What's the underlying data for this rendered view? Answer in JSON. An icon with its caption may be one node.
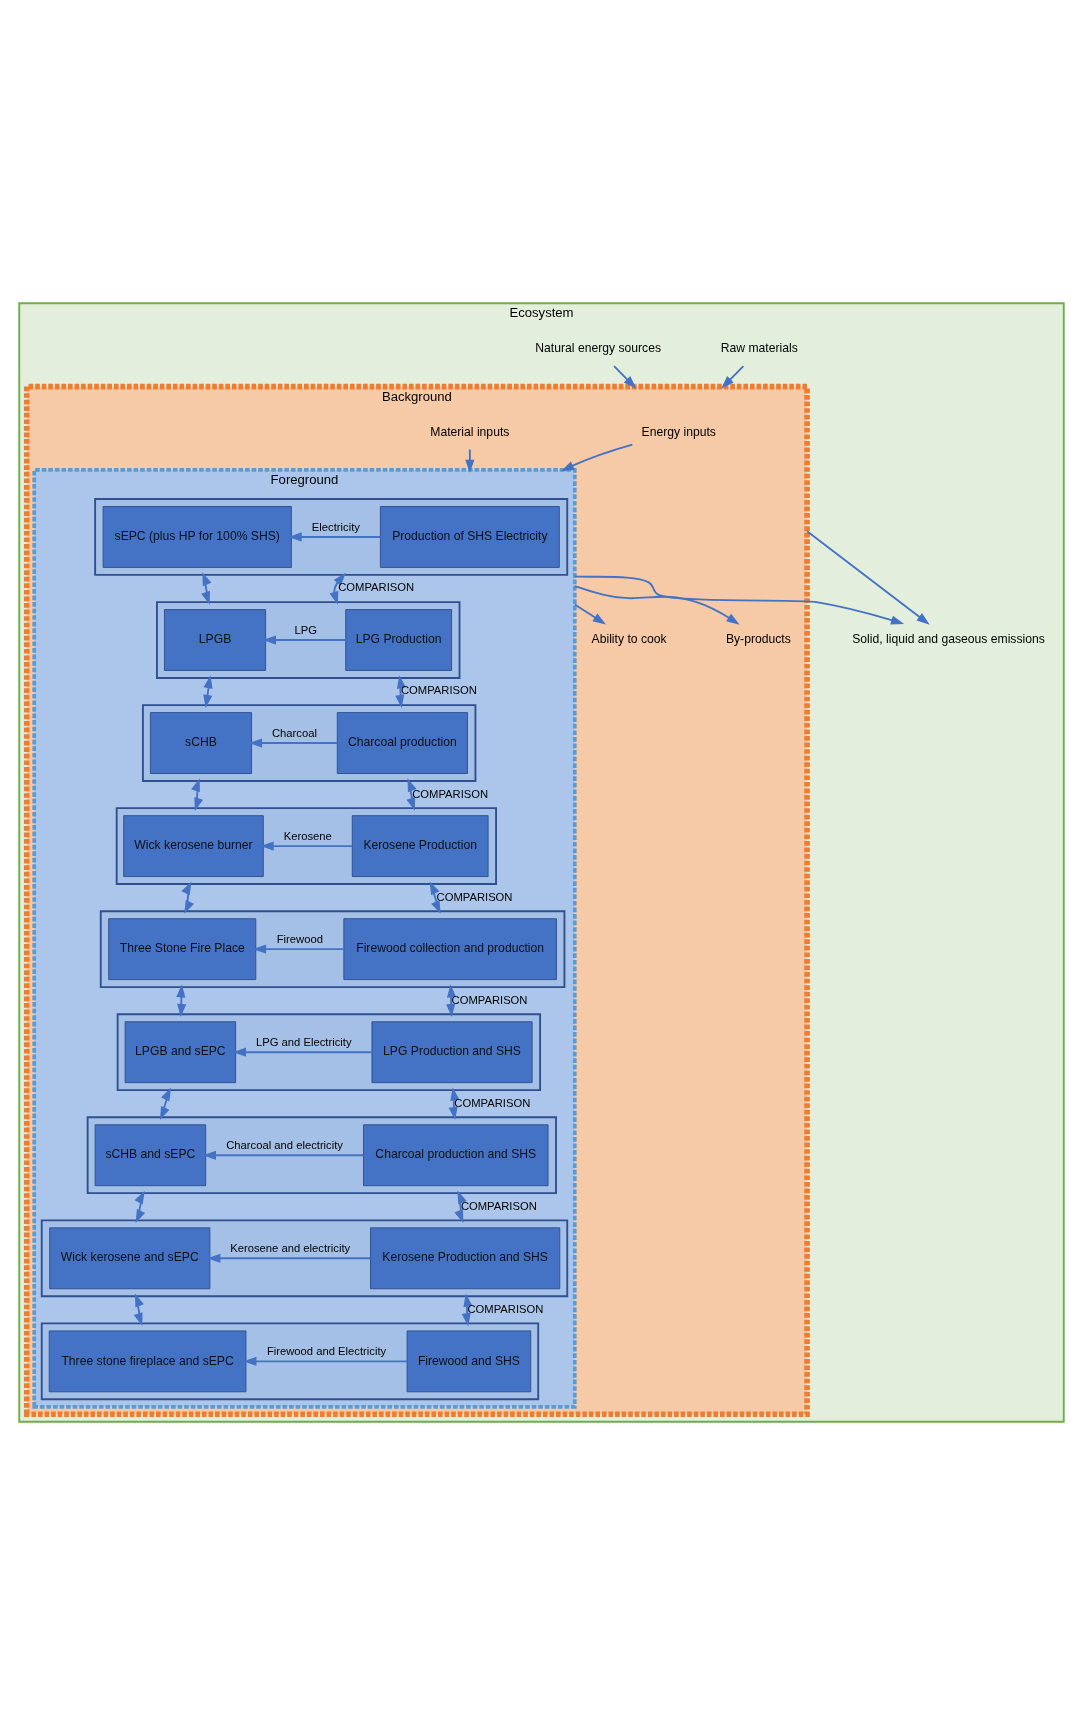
{
  "diagram": {
    "nodes": [
      {
        "text": [
          "Ecosystem"
        ]
      },
      {
        "text": [
          "Background"
        ],
        "in": 0
      },
      {
        "text": [
          "Foreground"
        ],
        "in": 1
      },
      {
        "text": [],
        "shape": "box",
        "in": 2
      },
      {
        "text": [
          "Production of SHS Electricity"
        ],
        "in": 3
      },
      {
        "text": [
          "sEPC (plus HP for 100% SHS)"
        ],
        "in": 3
      },
      {
        "text": [],
        "shape": "box",
        "in": 2
      },
      {
        "text": [
          "LPG Production"
        ],
        "in": 6
      },
      {
        "text": [
          "LPGB"
        ],
        "in": 6
      },
      {
        "text": [],
        "shape": "box",
        "in": 2
      },
      {
        "text": [
          "Charcoal production"
        ],
        "in": 9
      },
      {
        "text": [
          "sCHB"
        ],
        "in": 9
      },
      {
        "text": [],
        "shape": "box",
        "in": 2
      },
      {
        "text": [
          "Kerosene Production"
        ],
        "in": 12
      },
      {
        "text": [
          "Wick kerosene burner"
        ],
        "in": 12
      },
      {
        "text": [],
        "shape": "box",
        "in": 2
      },
      {
        "text": [
          "Firewood collection and production"
        ],
        "in": 15
      },
      {
        "text": [
          "Three Stone Fire Place"
        ],
        "in": 15
      },
      {
        "text": [],
        "shape": "box",
        "in": 2
      },
      {
        "text": [
          "LPG Production and SHS"
        ],
        "in": 18
      },
      {
        "text": [
          "LPGB and sEPC"
        ],
        "in": 18
      },
      {
        "text": [],
        "shape": "box",
        "in": 2
      },
      {
        "text": [
          "Charcoal production and SHS"
        ],
        "in": 21
      },
      {
        "text": [
          "sCHB and sEPC"
        ],
        "in": 21
      },
      {
        "text": [],
        "shape": "box",
        "in": 2
      },
      {
        "text": [
          "Kerosene Production and SHS"
        ],
        "in": 24
      },
      {
        "text": [
          "Wick kerosene and sEPC"
        ],
        "in": 24
      },
      {
        "text": [],
        "shape": "box",
        "in": 2
      },
      {
        "text": [
          "Firewood and SHS"
        ],
        "in": 27
      },
      {
        "text": [
          "Three stone fireplace and sEPC"
        ],
        "in": 27
      },
      {
        "text": [
          "Raw materials"
        ],
        "in": 0
      },
      {
        "text": [
          "Natural energy sources"
        ],
        "in": 0
      },
      {
        "text": [
          "Energy inputs"
        ],
        "in": 1
      },
      {
        "text": [
          "Material inputs"
        ],
        "in": 1
      },
      {
        "text": [
          "Ability to cook"
        ],
        "in": 1
      },
      {
        "text": [
          "By-products"
        ],
        "in": 1
      },
      {
        "text": [
          "Solid, liquid and gaseous emissions"
        ],
        "in": 0
      }
    ],
    "edges": [
      {
        "from": 4,
        "to": 5,
        "arrow": "to",
        "label": "Electricity"
      },
      {
        "from": 3,
        "to": 6,
        "arrow": "both",
        "label": "COMPARISON"
      },
      {
        "from": 3,
        "to": 6,
        "arrow": "both"
      },
      {
        "from": 7,
        "to": 8,
        "arrow": "to",
        "label": "LPG"
      },
      {
        "from": 6,
        "to": 9,
        "arrow": "both",
        "label": "COMPARISON"
      },
      {
        "from": 6,
        "to": 9,
        "arrow": "both"
      },
      {
        "from": 10,
        "to": 11,
        "arrow": "to",
        "label": "Charcoal"
      },
      {
        "from": 9,
        "to": 12,
        "arrow": "both",
        "label": "COMPARISON"
      },
      {
        "from": 9,
        "to": 12,
        "arrow": "both"
      },
      {
        "from": 13,
        "to": 14,
        "arrow": "to",
        "label": "Kerosene"
      },
      {
        "from": 12,
        "to": 15,
        "arrow": "both",
        "label": "COMPARISON"
      },
      {
        "from": 12,
        "to": 15,
        "arrow": "both"
      },
      {
        "from": 16,
        "to": 17,
        "arrow": "to",
        "label": "Firewood"
      },
      {
        "from": 15,
        "to": 18,
        "arrow": "both",
        "label": "COMPARISON"
      },
      {
        "from": 15,
        "to": 18,
        "arrow": "both"
      },
      {
        "from": 19,
        "to": 20,
        "arrow": "to",
        "label": "LPG and Electricity"
      },
      {
        "from": 18,
        "to": 21,
        "arrow": "both",
        "label": "COMPARISON"
      },
      {
        "from": 18,
        "to": 21,
        "arrow": "both"
      },
      {
        "from": 22,
        "to": 23,
        "arrow": "to",
        "label": "Charcoal and electricity"
      },
      {
        "from": 21,
        "to": 24,
        "arrow": "both",
        "label": "COMPARISON"
      },
      {
        "from": 21,
        "to": 24,
        "arrow": "both"
      },
      {
        "from": 25,
        "to": 26,
        "arrow": "to",
        "label": "Kerosene and electricity"
      },
      {
        "from": 24,
        "to": 27,
        "arrow": "both",
        "label": "COMPARISON"
      },
      {
        "from": 24,
        "to": 27,
        "arrow": "both"
      },
      {
        "from": 28,
        "to": 29,
        "arrow": "to",
        "label": "Firewood and Electricity"
      },
      {
        "from": 30,
        "to": 1,
        "arrow": "to"
      },
      {
        "from": 31,
        "to": 1,
        "arrow": "to"
      },
      {
        "from": 32,
        "to": 2,
        "arrow": "to"
      },
      {
        "from": 33,
        "to": 2,
        "arrow": "to"
      },
      {
        "from": 2,
        "to": 34,
        "arrow": "to"
      },
      {
        "from": 2,
        "to": 35,
        "arrow": "to"
      },
      {
        "from": 2,
        "to": 36,
        "arrow": "to"
      },
      {
        "from": 1,
        "to": 36,
        "arrow": "to"
      }
    ]
  }
}
